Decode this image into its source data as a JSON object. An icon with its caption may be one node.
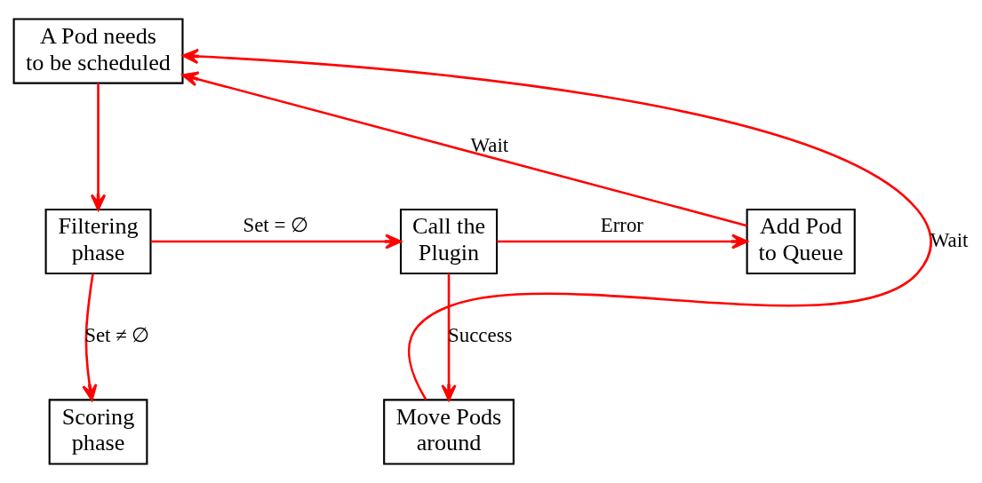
{
  "diagram": {
    "nodes": [
      {
        "text": [
          "A Pod needs to be scheduled"
        ]
      },
      {
        "text": [
          "Filtering phase"
        ]
      },
      {
        "text": [
          "Call the Plugin"
        ]
      },
      {
        "text": [
          "Add Pod to Queue"
        ]
      },
      {
        "text": [
          "Scoring phase"
        ]
      },
      {
        "text": [
          "Move Pods around"
        ]
      }
    ],
    "edges": [
      {
        "from": 0,
        "to": 1,
        "arrow": "to"
      },
      {
        "from": 1,
        "to": 2,
        "arrow": "to",
        "label": "Set = ∅"
      },
      {
        "from": 2,
        "to": 3,
        "arrow": "to",
        "label": "Error"
      },
      {
        "from": 3,
        "to": 0,
        "arrow": "to",
        "label": "Wait"
      },
      {
        "from": 1,
        "to": 4,
        "arrow": "to",
        "label": "Set ≠ ∅"
      },
      {
        "from": 2,
        "to": 5,
        "arrow": "to",
        "label": "Success"
      },
      {
        "from": 5,
        "to": 0,
        "arrow": "to",
        "label": "Wait"
      }
    ]
  }
}
